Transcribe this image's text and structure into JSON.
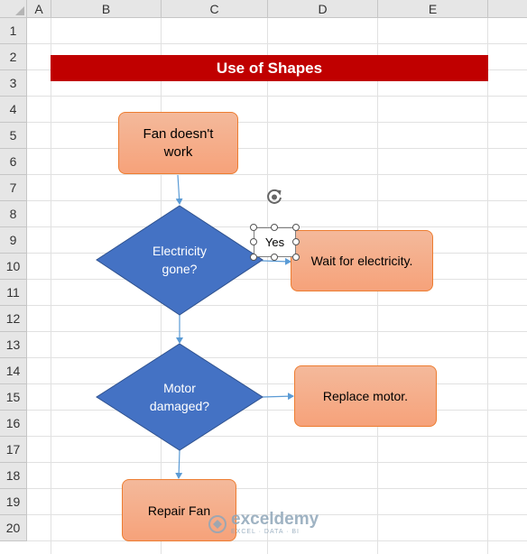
{
  "columns": [
    "A",
    "B",
    "C",
    "D",
    "E"
  ],
  "rows": [
    "1",
    "2",
    "3",
    "4",
    "5",
    "6",
    "7",
    "8",
    "9",
    "10",
    "11",
    "12",
    "13",
    "14",
    "15",
    "16",
    "17",
    "18",
    "19",
    "20"
  ],
  "title": "Use of Shapes",
  "shapes": {
    "start": "Fan doesn't work",
    "decision1": "Electricity gone?",
    "yes_label": "Yes",
    "wait": "Wait for electricity.",
    "decision2": "Motor damaged?",
    "replace": "Replace motor.",
    "repair": "Repair Fan"
  },
  "watermark": {
    "name": "exceldemy",
    "tagline": "EXCEL · DATA · BI"
  },
  "colors": {
    "title_fill": "#c00000",
    "box_fill": "#f6a27a",
    "box_border": "#ed7d31",
    "diamond_fill": "#4472c4",
    "connector": "#5b9bd5"
  }
}
